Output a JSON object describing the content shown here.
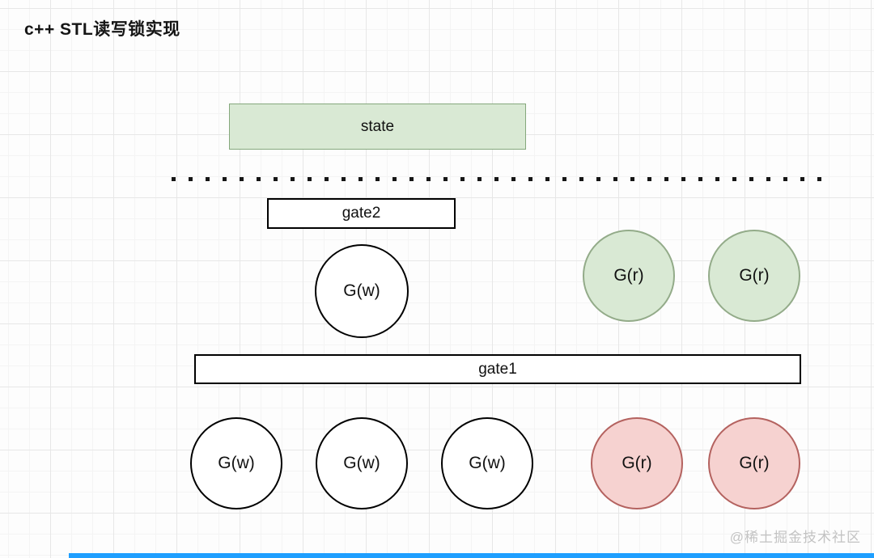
{
  "title": "c++ STL读写锁实现",
  "watermark": "@稀土掘金技术社区",
  "colors": {
    "reader_active_fill": "#d9e9d4",
    "reader_active_stroke": "#93ab89",
    "reader_waiting_fill": "#f6d2d0",
    "reader_waiting_stroke": "#b4625f",
    "state_fill": "#d9e9d4",
    "state_stroke": "#85a87c",
    "shape_stroke": "#000000",
    "progress_bar": "#1e9fff"
  },
  "diagram": {
    "state_box": {
      "label": "state"
    },
    "gate2_box": {
      "label": "gate2"
    },
    "gate1_box": {
      "label": "gate1"
    },
    "gate2_waiting_writer": {
      "label": "G(w)"
    },
    "active_readers": [
      {
        "label": "G(r)"
      },
      {
        "label": "G(r)"
      }
    ],
    "gate1_waiting_writers": [
      {
        "label": "G(w)"
      },
      {
        "label": "G(w)"
      },
      {
        "label": "G(w)"
      }
    ],
    "gate1_waiting_readers": [
      {
        "label": "G(r)"
      },
      {
        "label": "G(r)"
      }
    ]
  }
}
